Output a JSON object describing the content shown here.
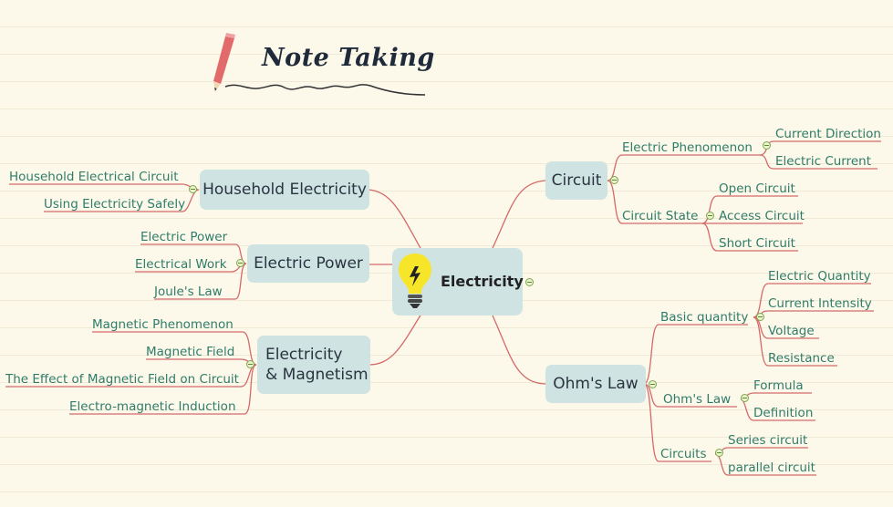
{
  "header": {
    "title": "Note Taking"
  },
  "center": {
    "label": "Electricity"
  },
  "topics": {
    "household": {
      "label": "Household Electricity",
      "leaves": [
        "Household Electrical Circuit",
        "Using Electricity Safely"
      ]
    },
    "power": {
      "label": "Electric Power",
      "leaves": [
        "Electric Power",
        "Electrical Work",
        "Joule's Law"
      ]
    },
    "magnetism": {
      "label_line1": "Electricity",
      "label_line2": "& Magnetism",
      "leaves": [
        "Magnetic Phenomenon",
        "Magnetic Field",
        "The Effect of Magnetic Field on Circuit",
        "Electro-magnetic Induction"
      ]
    },
    "circuit": {
      "label": "Circuit",
      "phenomenon": {
        "label": "Electric Phenomenon",
        "leaves": [
          "Current Direction",
          "Electric Current"
        ]
      },
      "state": {
        "label": "Circuit State",
        "leaves": [
          "Open Circuit",
          "Access Circuit",
          "Short Circuit"
        ]
      }
    },
    "ohm": {
      "label": "Ohm's Law",
      "basic": {
        "label": "Basic quantity",
        "leaves": [
          "Electric Quantity",
          "Current Intensity",
          "Voltage",
          "Resistance"
        ]
      },
      "law": {
        "label": "Ohm's Law",
        "leaves": [
          "Formula",
          "Definition"
        ]
      },
      "circuits": {
        "label": "Circuits",
        "leaves": [
          "Series circuit",
          "parallel circuit"
        ]
      }
    }
  },
  "colors": {
    "branch_line": "#d46a6a",
    "leaf_line": "#d46a6a",
    "topic_fill": "#cfe3e2",
    "leaf_text": "#2f7c6a",
    "bulb": "#f7e52a"
  },
  "icons": {
    "pencil": "pencil-icon",
    "bulb": "light-bulb-icon",
    "collapse": "collapse-minus-icon"
  }
}
